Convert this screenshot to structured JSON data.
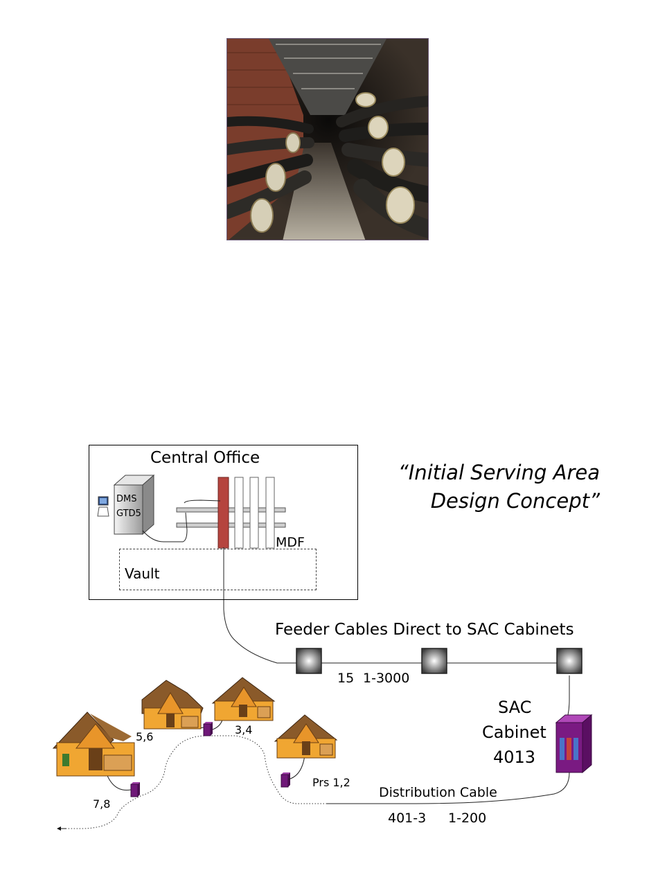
{
  "diagram": {
    "title_line1": "“Initial Serving Area",
    "title_line2": "Design Concept”",
    "central_office": "Central Office",
    "dms": "DMS",
    "gtd5": "GTD5",
    "mdf": "MDF",
    "vault": "Vault",
    "feeder_cables": "Feeder Cables Direct to SAC Cabinets",
    "feeder_count": "15",
    "feeder_pairs": "1-3000",
    "sac_line1": "SAC",
    "sac_line2": "Cabinet",
    "sac_line3": "4013",
    "distribution_cable": "Distribution Cable",
    "distribution_id": "401-3",
    "distribution_pairs": "1-200",
    "pairs_1_2": "Prs 1,2",
    "pairs_3_4": "3,4",
    "pairs_5_6": "5,6",
    "pairs_7_8": "7,8"
  },
  "colors": {
    "mdf_red": "#b5443e",
    "cabinet_purple": "#7a1a82",
    "terminal_purple": "#6f1878",
    "house_roof": "#7a4a1f",
    "house_wall": "#f0a632"
  }
}
